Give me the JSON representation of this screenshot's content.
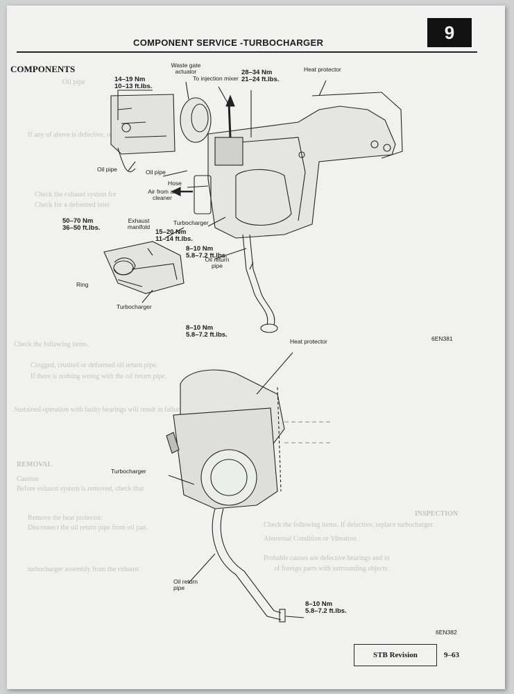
{
  "header": {
    "title": "COMPONENT SERVICE -TURBOCHARGER",
    "section_number": "9"
  },
  "components_title": "COMPONENTS",
  "figure_top": {
    "code": "6EN381",
    "labels": {
      "waste_gate": "Waste gate actuator",
      "to_injection": "To injection mixer",
      "heat_protector": "Heat protector",
      "oil_pipe_1": "Oil pipe",
      "oil_pipe_2": "Oil pipe",
      "hose": "Hose",
      "air_from": "Air from air cleaner",
      "exhaust_manifold": "Exhaust manifold",
      "turbocharger_1": "Turbocharger",
      "ring": "Ring",
      "turbocharger_2": "Turbocharger",
      "oil_return": "Oil return pipe"
    },
    "torques": {
      "t1": "14–19 Nm\n10–13 ft.lbs.",
      "t2": "28–34 Nm\n21–24 ft.lbs.",
      "t3": "50–70 Nm\n36–50 ft.lbs.",
      "t4": "15–20 Nm\n11–14 ft.lbs.",
      "t5": "8–10 Nm\n5.8–7.2 ft.lbs.",
      "t6": "8–10 Nm\n5.8–7.2 ft.lbs."
    }
  },
  "figure_bottom": {
    "code": "6EN382",
    "labels": {
      "heat_protector": "Heat protector",
      "turbocharger": "Turbocharger",
      "oil_return": "Oil return pipe"
    },
    "torque": "8–10 Nm\n5.8–7.2 ft.lbs."
  },
  "footer": {
    "revision": "STB Revision",
    "page": "9–63"
  },
  "bleed_through": [
    "Oil pipe",
    "If any of above is defective, repair or replace.",
    "Check the exhaust system for",
    "Check for a deformed inlet",
    "Check the following items.",
    "Clogged, crushed or deformed oil return pipe.",
    "If there is nothing wrong with the oil return pipe,",
    "Sustained operation with faulty bearings will result in failure",
    "REMOVAL",
    "Caution",
    "Before exhaust system is removed, check that",
    "INSPECTION",
    "Check the following items. If defective, replace turbocharger.",
    "Abnormal Condition or Vibration",
    "Probable causes are defective bearings and in",
    "of foreign parts with surrounding objects.",
    "turbocharger assembly from the exhaust",
    "Remove the heat protector.",
    "Disconnect the oil return pipe from oil pan."
  ]
}
